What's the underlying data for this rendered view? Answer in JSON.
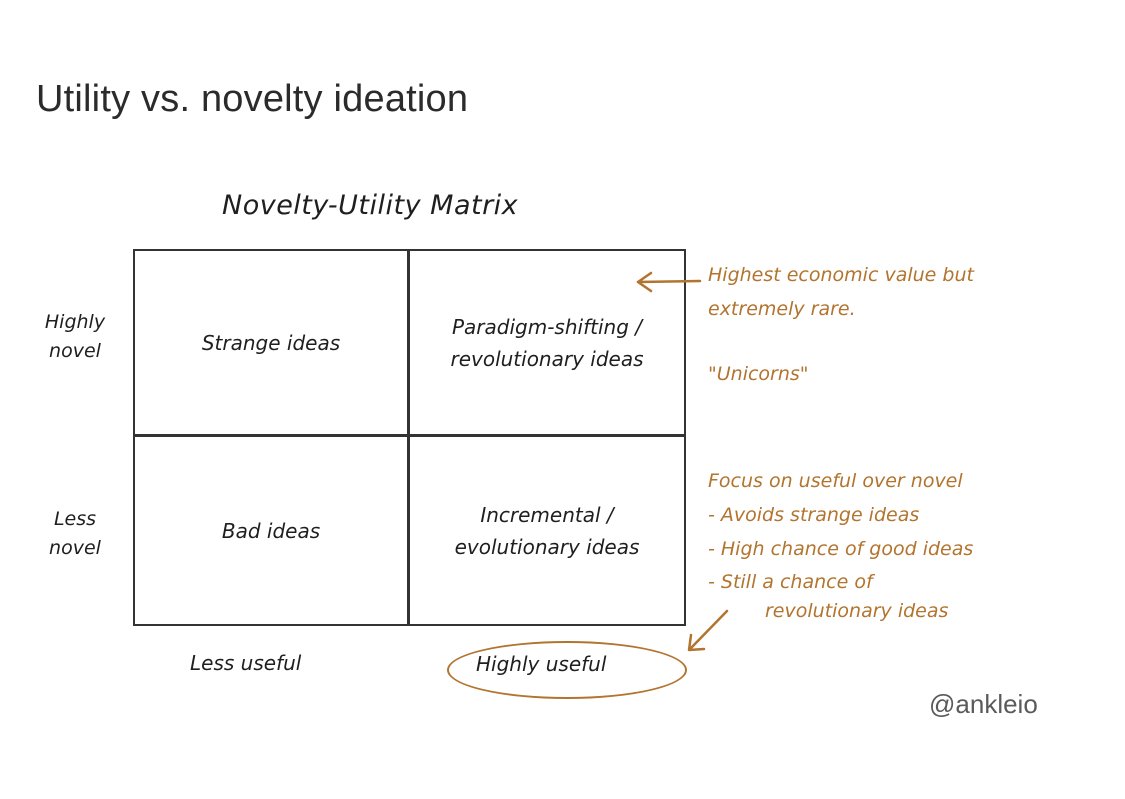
{
  "title": "Utility vs. novelty ideation",
  "matrix": {
    "title": "Novelty-Utility Matrix",
    "cells": {
      "top_left": "Strange ideas",
      "top_right": [
        "Paradigm-shifting /",
        "revolutionary ideas"
      ],
      "bottom_left": "Bad ideas",
      "bottom_right": [
        "Incremental /",
        "evolutionary ideas"
      ]
    },
    "y_labels": {
      "top": [
        "Highly",
        "novel"
      ],
      "bottom": [
        "Less",
        "novel"
      ]
    },
    "x_labels": {
      "left": "Less useful",
      "right": "Highly useful"
    }
  },
  "annotations": {
    "top": [
      "Highest economic value but",
      "extremely rare."
    ],
    "unicorns": "\"Unicorns\"",
    "bottom": [
      "Focus on useful over novel",
      "- Avoids strange ideas",
      "- High chance of good ideas",
      "- Still a chance of",
      "revolutionary ideas"
    ]
  },
  "credit": "@ankleio",
  "colors": {
    "accent": "#b2742e",
    "ink": "#1f1f1f",
    "grid": "#333333",
    "title": "#2b2b2b",
    "credit": "#5a5a5a"
  }
}
